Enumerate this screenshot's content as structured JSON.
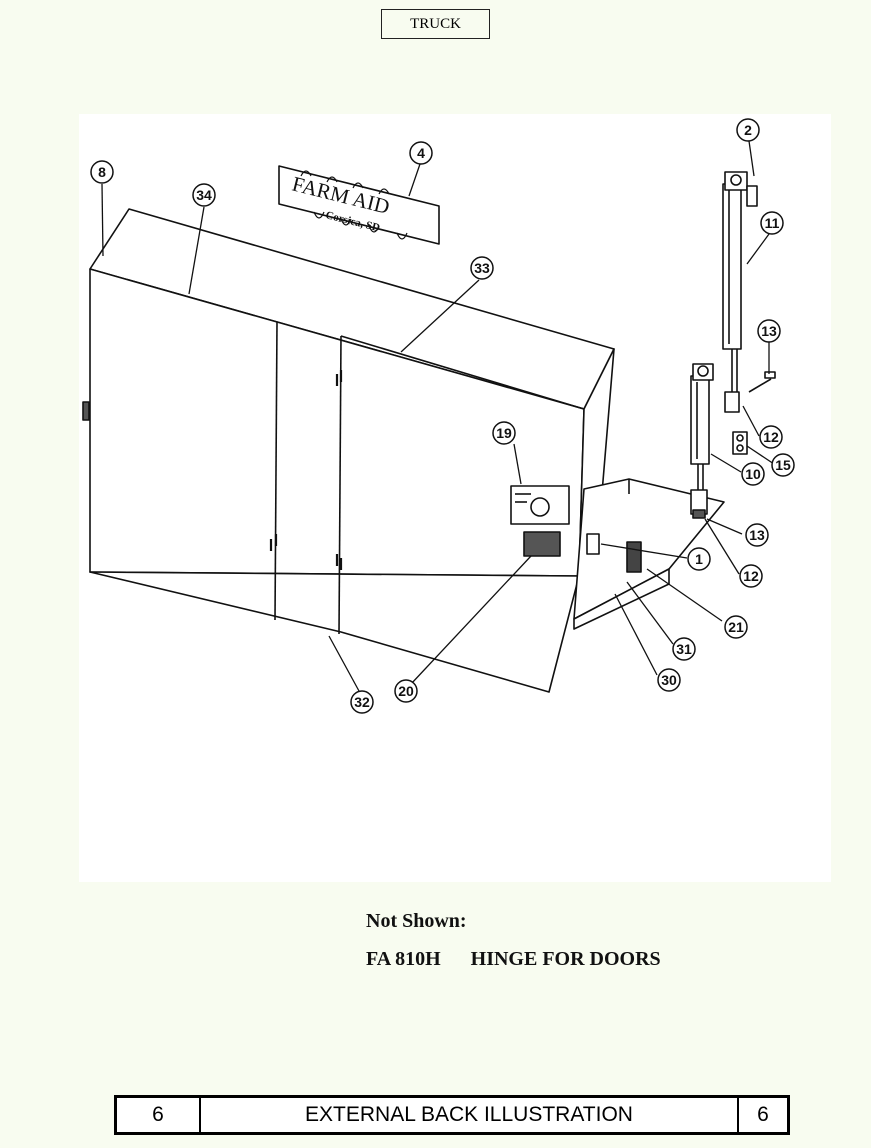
{
  "header": {
    "label": "TRUCK"
  },
  "illustration": {
    "sign_text_line1": "FARM AID",
    "sign_text_line2": "Corsica, SD",
    "callouts": [
      "8",
      "34",
      "4",
      "33",
      "2",
      "11",
      "13",
      "12",
      "15",
      "10",
      "19",
      "13",
      "12",
      "1",
      "21",
      "31",
      "30",
      "20",
      "32"
    ]
  },
  "notes": {
    "heading": "Not Shown:",
    "items": [
      {
        "part_number": "FA 810H",
        "description": "HINGE FOR DOORS"
      }
    ]
  },
  "footer": {
    "page_left": "6",
    "title": "EXTERNAL BACK ILLUSTRATION",
    "page_right": "6"
  }
}
